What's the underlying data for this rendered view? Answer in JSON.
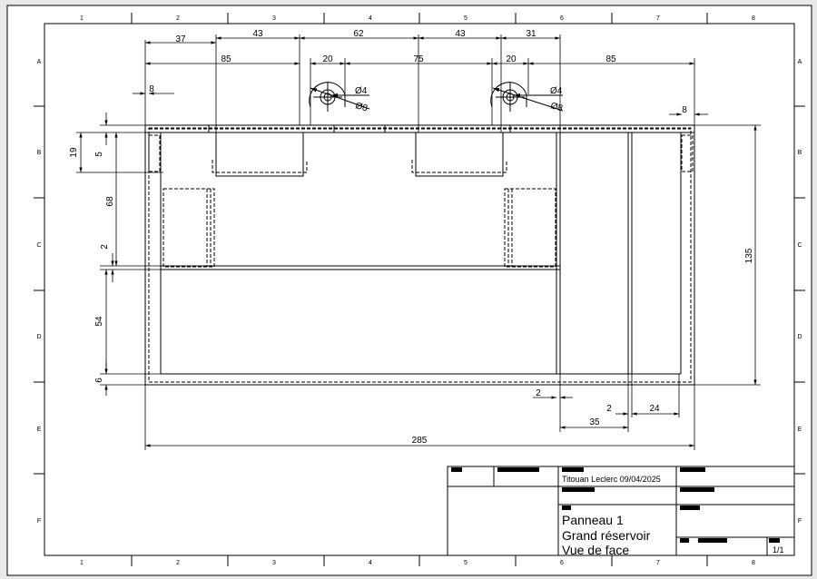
{
  "grid": {
    "columns": [
      "1",
      "2",
      "3",
      "4",
      "5",
      "6",
      "7",
      "8"
    ],
    "rows": [
      "A",
      "B",
      "C",
      "D",
      "E",
      "F"
    ]
  },
  "dimensions": {
    "top_row_1": [
      "37",
      "43",
      "62",
      "43",
      "31"
    ],
    "top_row_2": [
      "85",
      "20",
      "75",
      "20",
      "85"
    ],
    "left_8": "8",
    "right_8": "8",
    "hole_small": "Ø4",
    "hole_large": "Ø8",
    "left_19": "19",
    "left_5": "5",
    "left_68": "68",
    "left_2": "2",
    "left_54": "54",
    "left_6": "6",
    "right_135": "135",
    "bottom_2a": "2",
    "bottom_2b": "2",
    "bottom_24": "24",
    "bottom_35": "35",
    "bottom_285": "285"
  },
  "title_block": {
    "author_date": "Titouan Leclerc 09/04/2025",
    "title_lines": [
      "Panneau 1",
      "Grand réservoir",
      "Vue de face"
    ],
    "sheet": "1/1"
  },
  "colors": {
    "background": "#e9e9e9",
    "paper": "#ffffff",
    "ink": "#000000"
  }
}
